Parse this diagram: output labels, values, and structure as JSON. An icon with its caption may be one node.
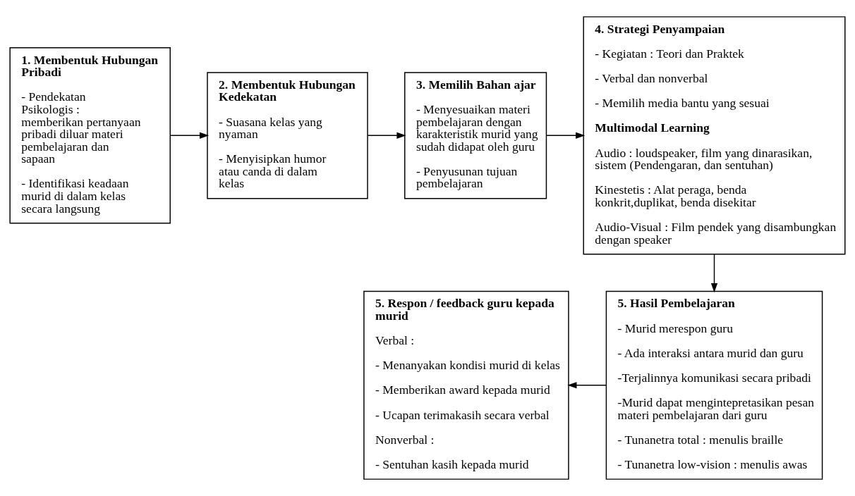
{
  "diagram": {
    "nodes": [
      {
        "text": [
          "1. Membentuk Hubungan Pribadi",
          "- Pendekatan Psikologis : memberikan pertanyaan pribadi diluar materi pembelajaran dan sapaan",
          "- Identifikasi keadaan murid di dalam kelas secara langsung"
        ]
      },
      {
        "text": [
          "2. Membentuk Hubungan Kedekatan",
          "- Suasana kelas yang nyaman",
          "- Menyisipkan humor atau canda di dalam kelas"
        ]
      },
      {
        "text": [
          "3. Memilih Bahan ajar",
          "- Menyesuaikan materi pembelajaran dengan karakteristik murid yang sudah didapat oleh guru",
          "- Penyusunan tujuan pembelajaran"
        ]
      },
      {
        "text": [
          "4. Strategi Penyampaian",
          "- Kegiatan : Teori dan Praktek",
          "- Verbal dan nonverbal",
          "- Memilih media bantu yang sesuai",
          "Multimodal Learning",
          "Audio : loudspeaker, film yang dinarasikan, sistem (Pendengaran, dan sentuhan)",
          "Kinestetis : Alat peraga, benda konkrit,duplikat, benda disekitar",
          "Audio-Visual : Film pendek yang disambungkan dengan speaker"
        ]
      },
      {
        "text": [
          "5. Respon / feedback guru kepada murid",
          "Verbal :",
          "- Menanyakan kondisi murid di kelas",
          "- Memberikan award kepada murid",
          "- Ucapan terimakasih secara verbal",
          "Nonverbal :",
          "- Sentuhan kasih kepada murid"
        ]
      },
      {
        "text": [
          "5. Hasil Pembelajaran",
          "- Murid merespon guru",
          "- Ada interaksi antara murid dan guru",
          "-Terjalinnya komunikasi secara pribadi",
          "-Murid dapat mengintepretasikan pesan materi pembelajaran dari guru",
          "- Tunanetra total : menulis braille",
          "- Tunanetra low-vision : menulis awas"
        ]
      }
    ],
    "edges": [
      {
        "from": 0,
        "to": 1,
        "arrow": "to"
      },
      {
        "from": 1,
        "to": 2,
        "arrow": "to"
      },
      {
        "from": 2,
        "to": 3,
        "arrow": "to"
      },
      {
        "from": 3,
        "to": 5,
        "arrow": "to"
      },
      {
        "from": 5,
        "to": 4,
        "arrow": "to"
      }
    ]
  }
}
